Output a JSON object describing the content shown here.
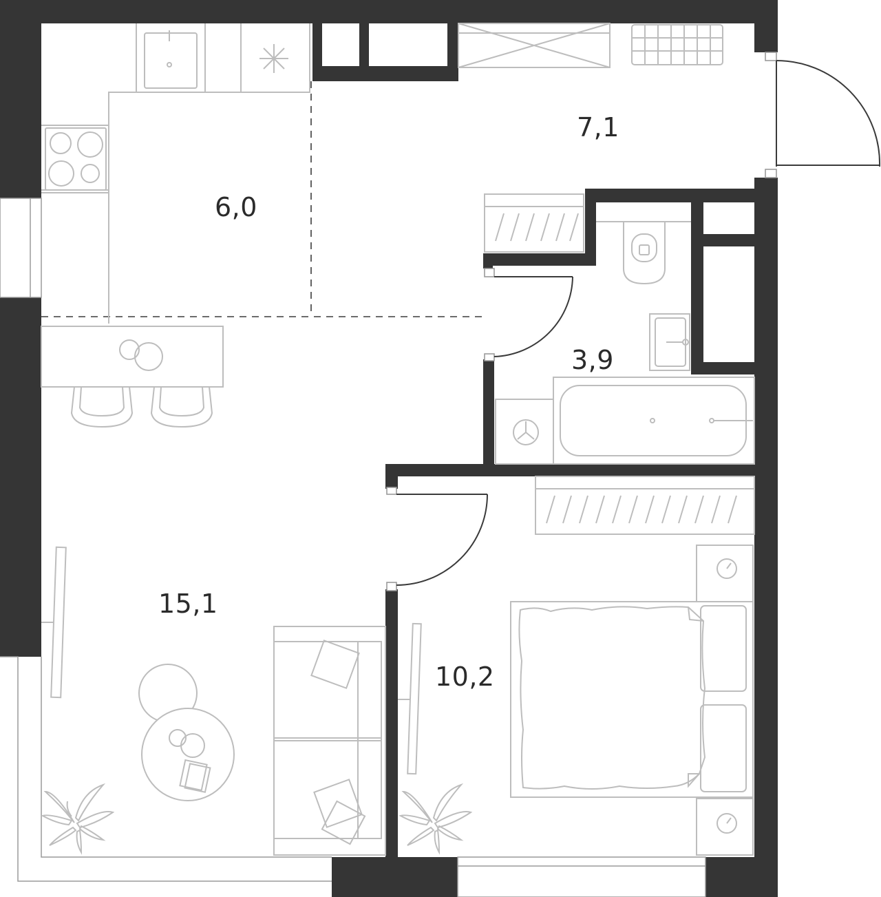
{
  "rooms": [
    {
      "id": "kitchen",
      "area": "6,0"
    },
    {
      "id": "hallway",
      "area": "7,1"
    },
    {
      "id": "bathroom",
      "area": "3,9"
    },
    {
      "id": "living",
      "area": "15,1"
    },
    {
      "id": "bedroom",
      "area": "10,2"
    }
  ],
  "colors": {
    "wall": "#353535",
    "furniture": "#bdbdbd",
    "label": "#2b2b2b"
  }
}
